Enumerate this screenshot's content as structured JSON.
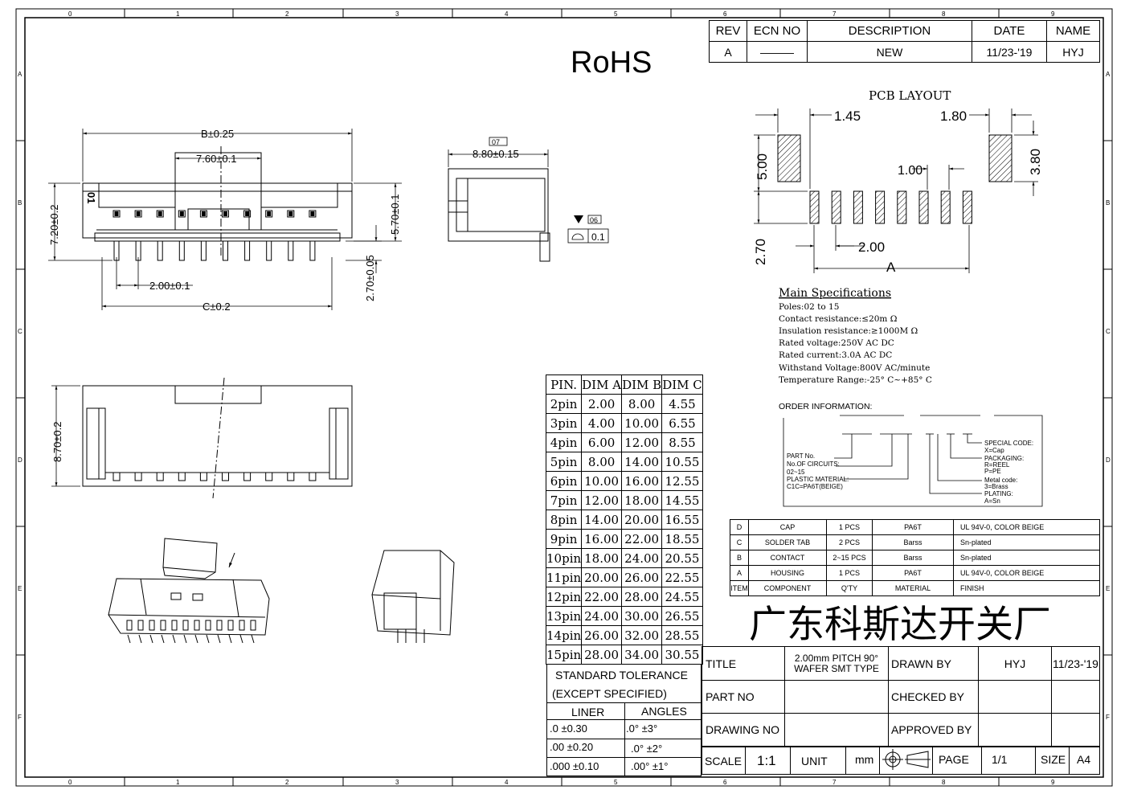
{
  "rohs": "RoHS",
  "border_labels": {
    "cols": [
      "0",
      "1",
      "2",
      "3",
      "4",
      "5",
      "6",
      "7",
      "8",
      "9"
    ],
    "rows": [
      "A",
      "B",
      "C",
      "D",
      "E",
      "F"
    ]
  },
  "revision_table": {
    "headers": [
      "REV",
      "ECN NO",
      "DESCRIPTION",
      "DATE",
      "NAME"
    ],
    "row": [
      "A",
      "———",
      "NEW",
      "11/23-'19",
      "HYJ"
    ]
  },
  "front_view": {
    "dim_b": "B±0.25",
    "dim_760": "7.60±0.1",
    "dim_720": "7.20±0.2",
    "dim_570": "5.70±0.1",
    "dim_200": "2.00±0.1",
    "dim_c": "C±0.2",
    "dim_270": "2.70±0.05",
    "pin_mark": "01"
  },
  "side_view": {
    "note_07": "07",
    "dim_880": "8.80±0.15",
    "note_06": "06",
    "flatness": "0.1"
  },
  "top_view": {
    "dim_870": "8.70±0.2"
  },
  "pcb_layout": {
    "title": "PCB LAYOUT",
    "d145": "1.45",
    "d180": "1.80",
    "d500": "5.00",
    "d380": "3.80",
    "d100": "1.00",
    "d270": "2.70",
    "d200": "2.00",
    "dA": "A"
  },
  "specs": {
    "title": "Main Specifications",
    "lines": [
      "Poles:02 to 15",
      "Contact resistance:≤20m Ω",
      "Insulation resistance:≥1000M Ω",
      "Rated voltage:250V AC DC",
      "Rated current:3.0A AC DC",
      "Withstand Voltage:800V AC/minute",
      "Temperature Range:-25° C~+85° C"
    ]
  },
  "order_info": {
    "title": "ORDER INFORMATION:",
    "left_labels": [
      "PART No.",
      "No.OF CIRCUITS:",
      "02~15",
      "PLASTIC MATERIAL:",
      "C1C=PA6T(BEIGE)"
    ],
    "right_labels": [
      "SPECIAL CODE:",
      "X=Cap",
      "PACKAGING:",
      "R=REEL",
      "P=PE",
      "Metal code:",
      "3=Brass",
      "PLATING:",
      "A=Sn"
    ]
  },
  "dim_table": {
    "headers": [
      "PIN.",
      "DIM A",
      "DIM B",
      "DIM C"
    ],
    "rows": [
      [
        "2pin",
        "2.00",
        "8.00",
        "4.55"
      ],
      [
        "3pin",
        "4.00",
        "10.00",
        "6.55"
      ],
      [
        "4pin",
        "6.00",
        "12.00",
        "8.55"
      ],
      [
        "5pin",
        "8.00",
        "14.00",
        "10.55"
      ],
      [
        "6pin",
        "10.00",
        "16.00",
        "12.55"
      ],
      [
        "7pin",
        "12.00",
        "18.00",
        "14.55"
      ],
      [
        "8pin",
        "14.00",
        "20.00",
        "16.55"
      ],
      [
        "9pin",
        "16.00",
        "22.00",
        "18.55"
      ],
      [
        "10pin",
        "18.00",
        "24.00",
        "20.55"
      ],
      [
        "11pin",
        "20.00",
        "26.00",
        "22.55"
      ],
      [
        "12pin",
        "22.00",
        "28.00",
        "24.55"
      ],
      [
        "13pin",
        "24.00",
        "30.00",
        "26.55"
      ],
      [
        "14pin",
        "26.00",
        "32.00",
        "28.55"
      ],
      [
        "15pin",
        "28.00",
        "34.00",
        "30.55"
      ]
    ]
  },
  "tolerance": {
    "title1": "STANDARD TOLERANCE",
    "title2": "(EXCEPT  SPECIFIED)",
    "headers": [
      "LINER",
      "ANGLES"
    ],
    "rows": [
      [
        ".0   ±0.30",
        ".0°   ±3°"
      ],
      [
        ".00  ±0.20",
        ".0°   ±2°"
      ],
      [
        ".000 ±0.10",
        ".00°  ±1°"
      ]
    ]
  },
  "bom": {
    "rows": [
      [
        "D",
        "CAP",
        "1 PCS",
        "PA6T",
        "UL 94V-0, COLOR BEIGE"
      ],
      [
        "C",
        "SOLDER TAB",
        "2 PCS",
        "Barss",
        "Sn-plated"
      ],
      [
        "B",
        "CONTACT",
        "2~15 PCS",
        "Barss",
        "Sn-plated"
      ],
      [
        "A",
        "HOUSING",
        "1 PCS",
        "PA6T",
        "UL 94V-0, COLOR BEIGE"
      ],
      [
        "ITEM",
        "COMPONENT",
        "Q'TY",
        "MATERIAL",
        "FINISH"
      ]
    ]
  },
  "company": "广东科斯达开关厂",
  "title_block": {
    "title_label": "TITLE",
    "title_value_1": "2.00mm PITCH 90°",
    "title_value_2": "WAFER SMT TYPE",
    "drawn_by_label": "DRAWN BY",
    "drawn_by": "HYJ",
    "drawn_date": "11/23-'19",
    "part_no_label": "PART NO",
    "checked_by_label": "CHECKED BY",
    "drawing_no_label": "DRAWING NO",
    "approved_by_label": "APPROVED BY",
    "scale_label": "SCALE",
    "scale": "1:1",
    "unit_label": "UNIT",
    "unit": "mm",
    "page_label": "PAGE",
    "page": "1/1",
    "size_label": "SIZE",
    "size": "A4"
  }
}
